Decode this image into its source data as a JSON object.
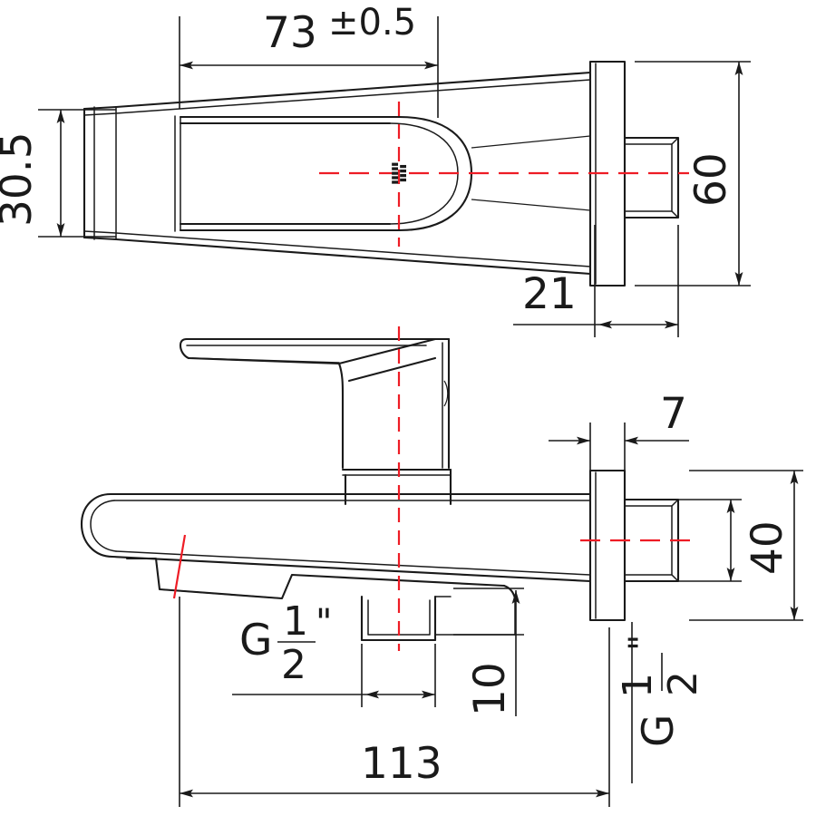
{
  "drawing": {
    "title": "Wall-mounted basin mixer tap — dimensioned technical drawing",
    "views": [
      {
        "name": "top-view",
        "label": ""
      },
      {
        "name": "side-view",
        "label": ""
      }
    ],
    "line_colors": {
      "outline": "#1a1a1a",
      "centerline": "#ee1c25",
      "background": "#ffffff"
    }
  },
  "dimensions": {
    "overall_length_top": {
      "value": "73",
      "tolerance": "±0.5",
      "full": "73±0.5",
      "orientation": "horizontal"
    },
    "body_height_top": {
      "value": "30.5",
      "orientation": "vertical-rotated"
    },
    "flange_diameter_top": {
      "value": "60",
      "orientation": "vertical-rotated"
    },
    "connector_length_top": {
      "value": "21",
      "orientation": "horizontal"
    },
    "flange_thickness_side": {
      "value": "7",
      "orientation": "horizontal"
    },
    "flange_diameter_side": {
      "value": "40",
      "orientation": "vertical-rotated"
    },
    "outlet_height": {
      "value": "10",
      "orientation": "vertical-rotated"
    },
    "overall_projection": {
      "value": "113",
      "orientation": "horizontal"
    }
  },
  "thread_callouts": {
    "outlet_thread": {
      "prefix": "G",
      "numerator": "1",
      "denominator": "2",
      "unit": "\"",
      "full": "G 1/2\"",
      "orientation": "horizontal"
    },
    "inlet_thread": {
      "prefix": "G",
      "numerator": "1",
      "denominator": "2",
      "unit": "\"",
      "full": "G 1/2\"",
      "orientation": "vertical-rotated"
    }
  },
  "marks": {
    "brand_microtext": {
      "text": "",
      "note": "illegible micro engraving at body centre"
    }
  }
}
